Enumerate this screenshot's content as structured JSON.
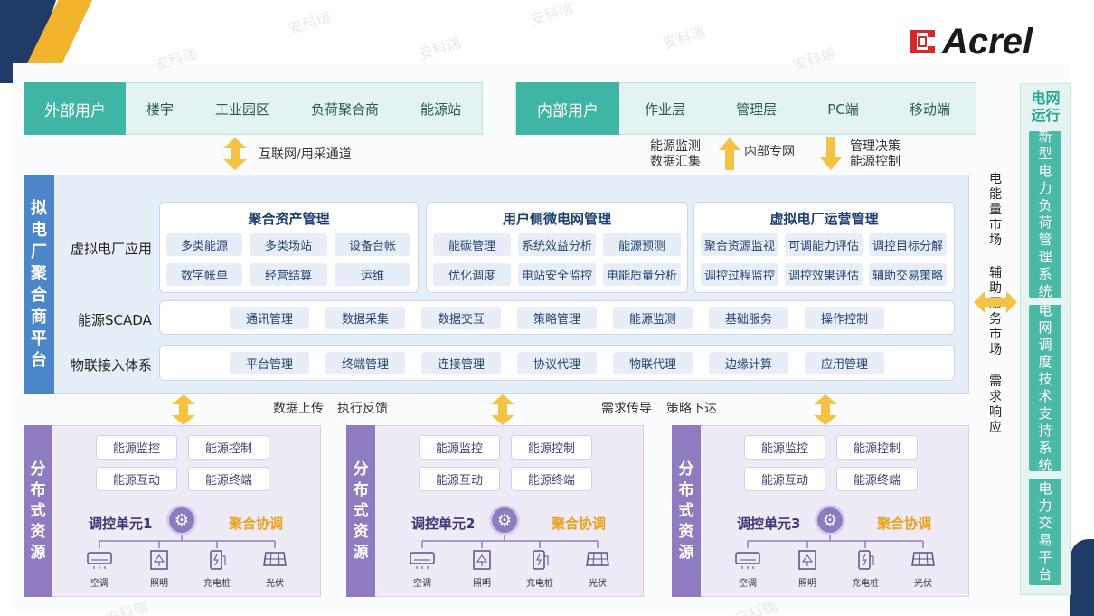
{
  "watermark": "安科瑞",
  "logo": {
    "brand": "Acrel"
  },
  "colors": {
    "teal": "#3fb5a5",
    "blue": "#4a86c8",
    "purple": "#8f7cc0",
    "gold": "#f2b42c",
    "navy": "#1f3b66"
  },
  "external_users": {
    "title": "外部用户",
    "items": [
      "楼宇",
      "工业园区",
      "负荷聚合商",
      "能源站"
    ]
  },
  "internal_users": {
    "title": "内部用户",
    "items": [
      "作业层",
      "管理层",
      "PC端",
      "移动端"
    ]
  },
  "links": {
    "internet": "互联网/用采通道",
    "energy_monitor": [
      "能源监测",
      "数据汇集"
    ],
    "private_net": "内部专网",
    "decision": [
      "管理决策",
      "能源控制"
    ],
    "upload": "数据上传",
    "feedback": "执行反馈",
    "demand": "需求传导",
    "strategy": "策略下达"
  },
  "platform": {
    "title": "拟电厂聚合商平台",
    "rows": {
      "app": "虚拟电厂应用",
      "scada": "能源SCADA",
      "iot": "物联接入体系"
    },
    "groups": [
      {
        "title": "聚合资产管理",
        "cells": [
          "多类能源",
          "多类场站",
          "设备台帐",
          "数字帐单",
          "经营结算",
          "运维"
        ]
      },
      {
        "title": "用户侧微电网管理",
        "cells": [
          "能碳管理",
          "系统效益分析",
          "能源预测",
          "优化调度",
          "电站安全监控",
          "电能质量分析"
        ]
      },
      {
        "title": "虚拟电厂运营管理",
        "cells": [
          "聚合资源监视",
          "可调能力评估",
          "调控目标分解",
          "调控过程监控",
          "调控效果评估",
          "辅助交易策略"
        ]
      }
    ],
    "scada_items": [
      "通讯管理",
      "数据采集",
      "数据交互",
      "策略管理",
      "能源监测",
      "基础服务",
      "操作控制"
    ],
    "iot_items": [
      "平台管理",
      "终端管理",
      "连接管理",
      "协议代理",
      "物联代理",
      "边缘计算",
      "应用管理"
    ]
  },
  "distributed": {
    "title": "分布式资源",
    "cells": [
      "能源监控",
      "能源控制",
      "能源互动",
      "能源终端"
    ],
    "coop": "聚合协调",
    "units": [
      "调控单元1",
      "调控单元2",
      "调控单元3"
    ],
    "devices": [
      {
        "label": "空调",
        "icon": "air-conditioner-icon"
      },
      {
        "label": "照明",
        "icon": "lamp-icon"
      },
      {
        "label": "充电桩",
        "icon": "charger-icon"
      },
      {
        "label": "光伏",
        "icon": "solar-panel-icon"
      }
    ]
  },
  "markets": {
    "energy": [
      "电",
      "能",
      "量",
      "市",
      "场"
    ],
    "aux": [
      "辅",
      "助",
      "服",
      "务",
      "市",
      "场"
    ],
    "demand": [
      "需",
      "求",
      "响",
      "应"
    ]
  },
  "grid": {
    "title": [
      "电网",
      "运行"
    ],
    "boxes": [
      [
        "新",
        "型",
        "电",
        "力",
        "负",
        "荷",
        "管",
        "理",
        "系",
        "统"
      ],
      [
        "电",
        "网",
        "调",
        "度",
        "技",
        "术",
        "支",
        "持",
        "系",
        "统"
      ],
      [
        "电",
        "力",
        "交",
        "易",
        "平",
        "台"
      ]
    ]
  }
}
